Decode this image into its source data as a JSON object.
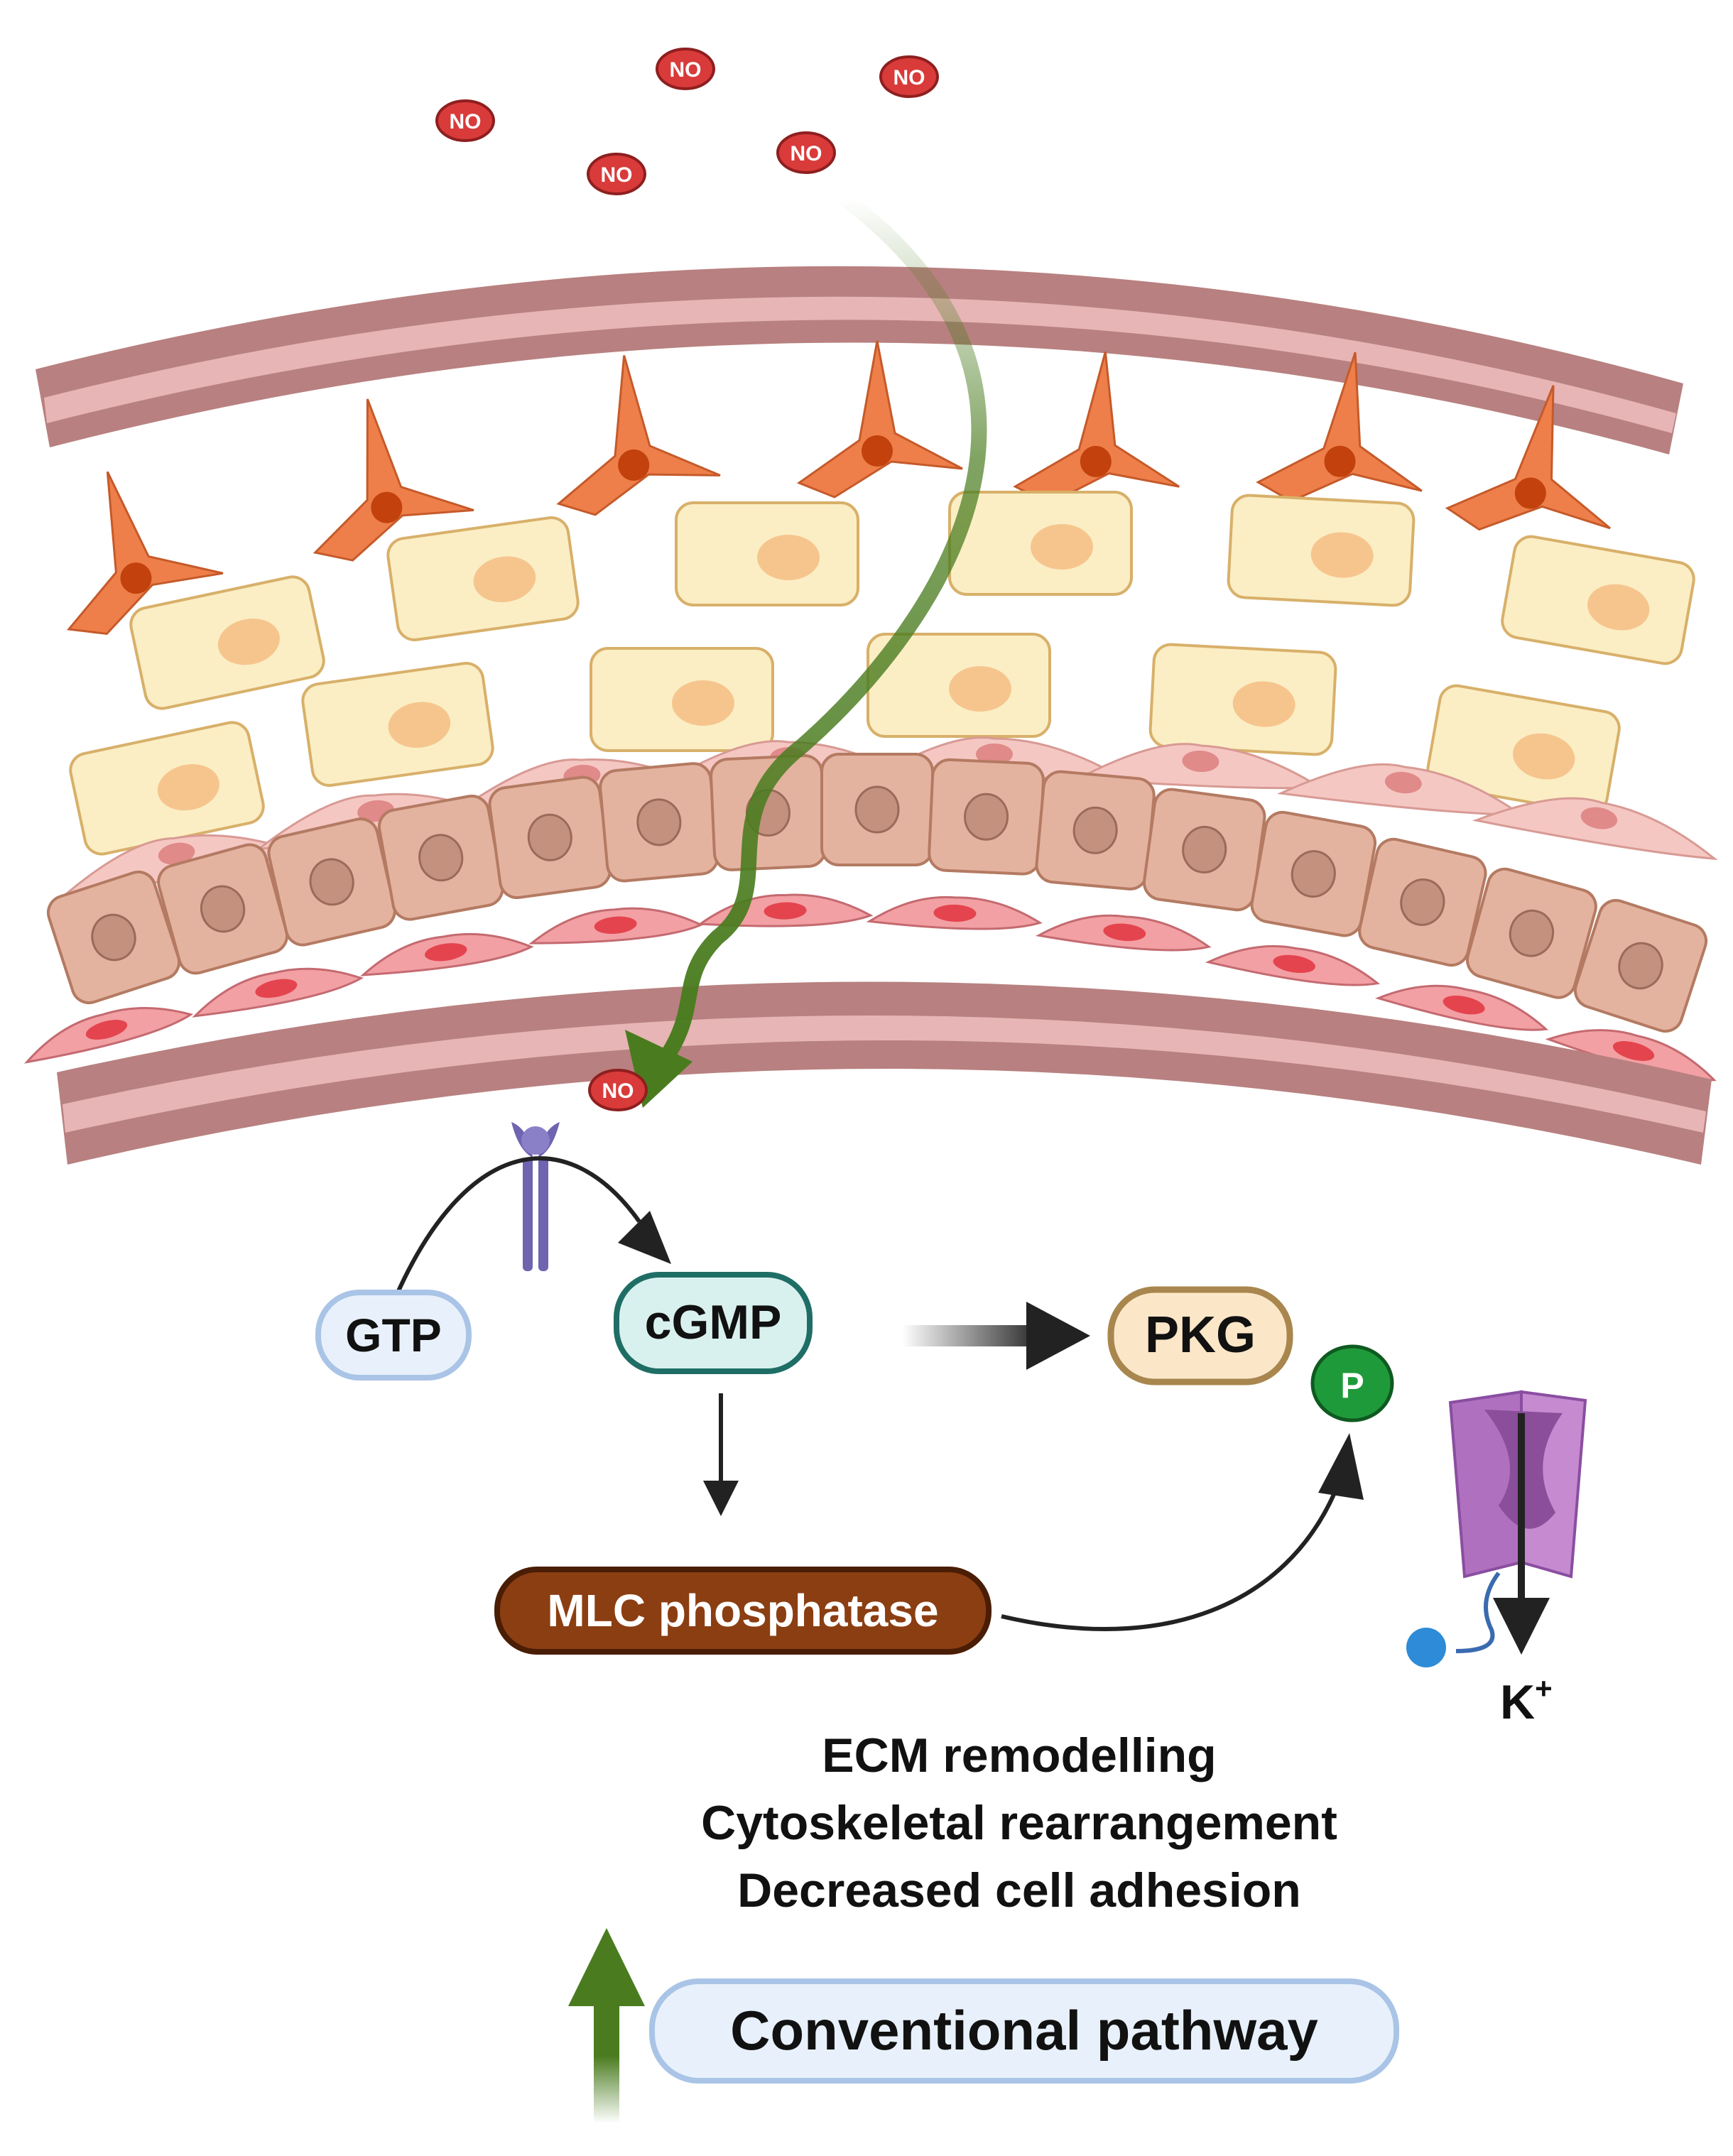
{
  "no_label": "NO",
  "molecules": {
    "gtp": "GTP",
    "cgmp": "cGMP",
    "pkg": "PKG",
    "phosphate": "P",
    "mlc_phosphatase": "MLC phosphatase",
    "potassium": "K",
    "potassium_charge": "+"
  },
  "effects": [
    "ECM remodelling",
    "Cytoskeletal rearrangement",
    "Decreased cell adhesion"
  ],
  "pathway_label": "Conventional pathway",
  "colors": {
    "no_molecule": "#d93a3a",
    "vessel_wall": "#b88080",
    "vessel_wall_light": "#e7b5b5",
    "fibroblast": "#ee7f4a",
    "adipocyte": "#fbeec4",
    "smooth_muscle": "#e4b3a0",
    "endothelial": "#f2a0a4",
    "no_pathway_arrow": "#4a7c1f",
    "gtp_box": "#e8f1fb",
    "cgmp_box": "#d9f1ee",
    "pkg_box": "#fbe7c8",
    "mlc_box": "#8b3e12",
    "phosphate": "#1f9a3a",
    "k_channel": "#b070c0",
    "upregulation_arrow": "#4a7c1f"
  }
}
